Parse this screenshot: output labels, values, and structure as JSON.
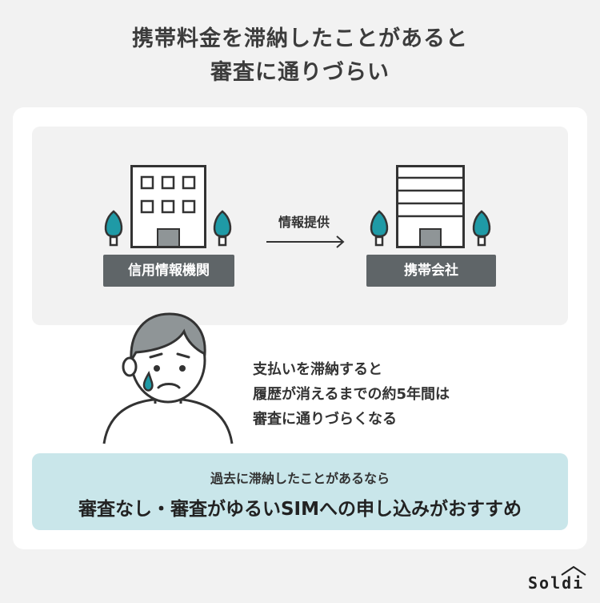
{
  "title": {
    "line1": "携帯料金を滞納したことがあると",
    "line2": "審査に通りづらい"
  },
  "diagram": {
    "source_label": "信用情報機関",
    "arrow_label": "情報提供",
    "target_label": "携帯会社"
  },
  "message": {
    "line1": "支払いを滞納すると",
    "line2": "履歴が消えるまでの約5年間は",
    "line3": "審査に通りづらくなる"
  },
  "banner": {
    "sub": "過去に滞納したことがあるなら",
    "main": "審査なし・審査がゆるいSIMへの申し込みがおすすめ"
  },
  "logo": {
    "text": "Soldi"
  },
  "colors": {
    "background": "#f2f2f2",
    "card": "#ffffff",
    "label_box": "#5f6568",
    "tree": "#1f9aa6",
    "banner": "#c9e6ea",
    "face": "#ffffff",
    "hair": "#8f9597"
  },
  "icons": [
    "office-building-icon",
    "tree-icon",
    "arrow-right-icon",
    "worried-person-icon",
    "house-roof-icon"
  ]
}
